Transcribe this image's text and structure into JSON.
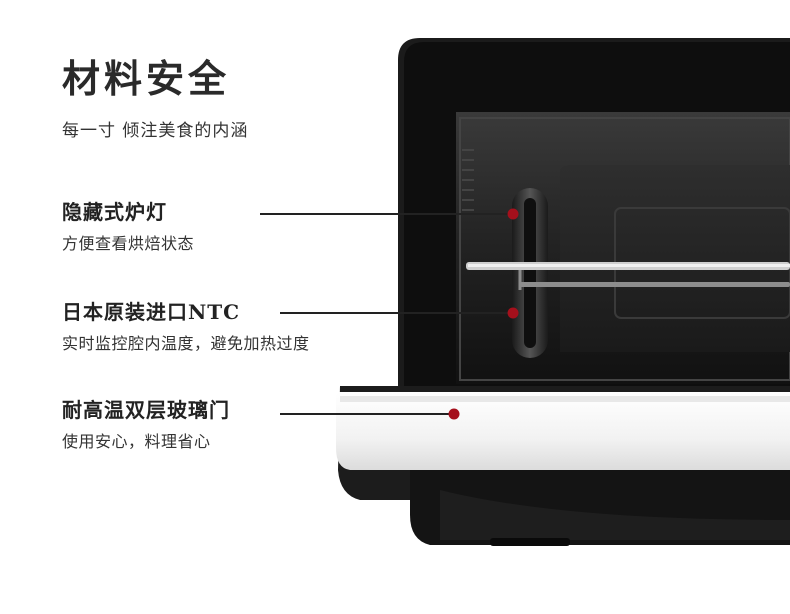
{
  "title": "材料安全",
  "subtitle": "每一寸 倾注美食的内涵",
  "features": [
    {
      "title": "隐藏式炉灯",
      "desc": "方便查看烘焙状态"
    },
    {
      "title": "日本原装进口NTC",
      "desc": "实时监控腔内温度，避免加热过度"
    },
    {
      "title": "耐高温双层玻璃门",
      "desc": "使用安心，料理省心"
    }
  ],
  "colors": {
    "marker": "#a5101c",
    "line": "#222222",
    "oven_body": "#1c1c1c",
    "oven_white": "#f4f4f4"
  }
}
